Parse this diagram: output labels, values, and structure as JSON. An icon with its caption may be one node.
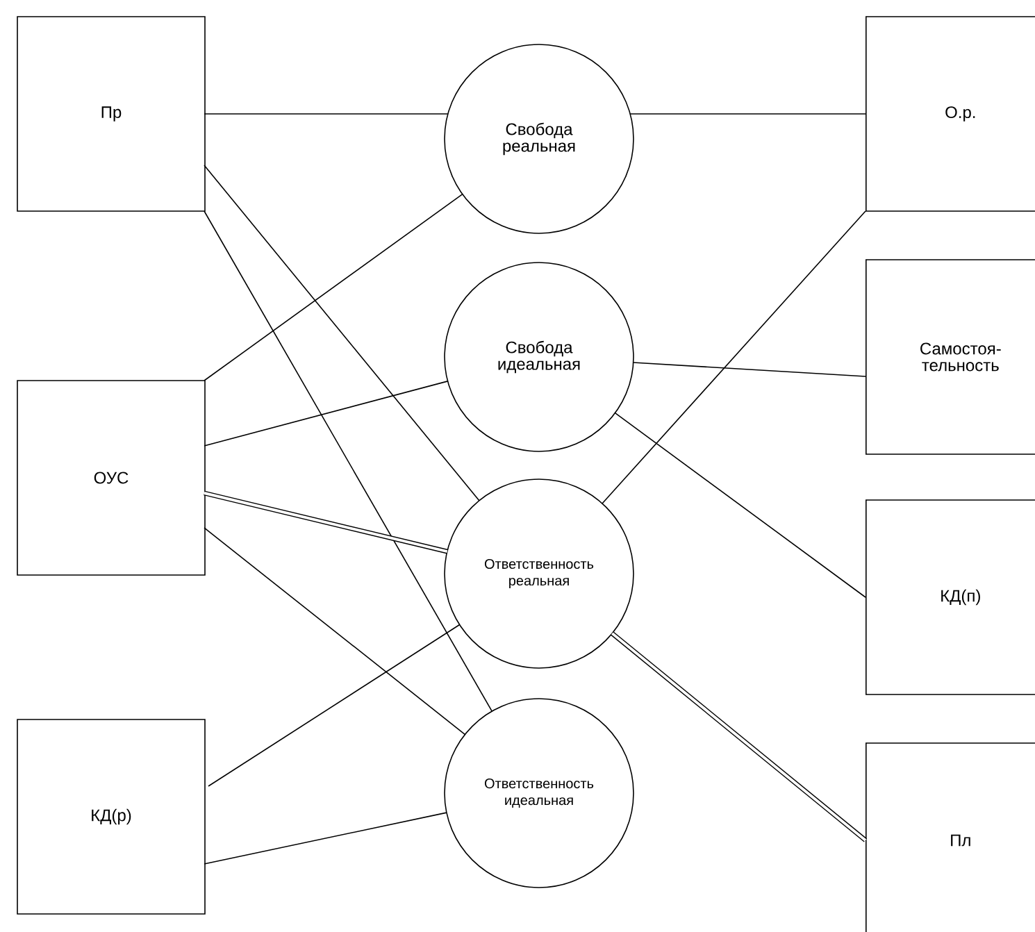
{
  "diagram": {
    "nodes": [
      {
        "text": [
          "Пр"
        ]
      },
      {
        "text": [
          "ОУС"
        ]
      },
      {
        "text": [
          "КД(р)"
        ]
      },
      {
        "text": [
          "Свобода реальная"
        ]
      },
      {
        "text": [
          "Свобода идеальная"
        ]
      },
      {
        "text": [
          "Ответственность реальная"
        ]
      },
      {
        "text": [
          "Ответственность идеальная"
        ]
      },
      {
        "text": [
          "О.р."
        ]
      },
      {
        "text": [
          "Самостоя- тельность"
        ]
      },
      {
        "text": [
          "КД(п)"
        ]
      },
      {
        "text": [
          "Пл"
        ]
      }
    ],
    "edges": [
      {
        "from": 0,
        "to": 3,
        "arrow": "none"
      },
      {
        "from": 3,
        "to": 7,
        "arrow": "none"
      },
      {
        "from": 0,
        "to": 5,
        "arrow": "none"
      },
      {
        "from": 0,
        "to": 6,
        "arrow": "none"
      },
      {
        "from": 1,
        "to": 3,
        "arrow": "none"
      },
      {
        "from": 1,
        "to": 4,
        "arrow": "none"
      },
      {
        "from": 1,
        "to": 5,
        "arrow": "none",
        "style": "thick"
      },
      {
        "from": 1,
        "to": 6,
        "arrow": "none"
      },
      {
        "from": 2,
        "to": 5,
        "arrow": "none"
      },
      {
        "from": 2,
        "to": 6,
        "arrow": "none"
      },
      {
        "from": 4,
        "to": 8,
        "arrow": "none"
      },
      {
        "from": 4,
        "to": 9,
        "arrow": "none"
      },
      {
        "from": 5,
        "to": 7,
        "arrow": "none"
      },
      {
        "from": 5,
        "to": 10,
        "arrow": "none",
        "style": "thick"
      }
    ]
  }
}
